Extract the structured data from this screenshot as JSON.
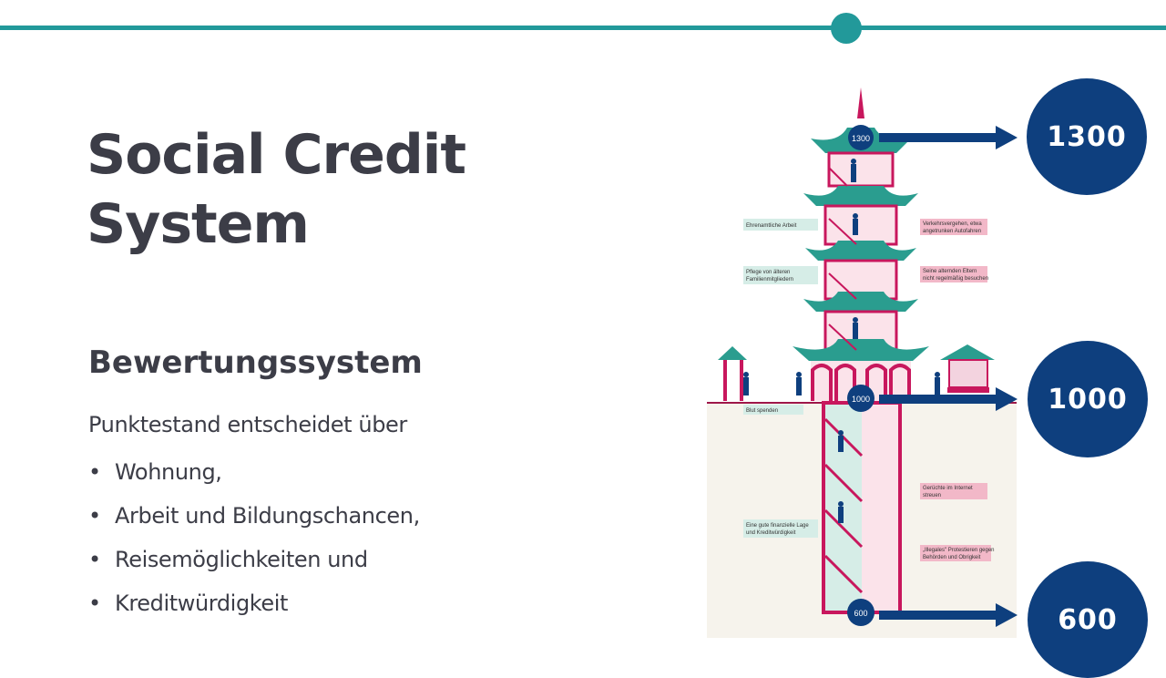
{
  "slide": {
    "title_line1": "Social Credit",
    "title_line2": "System",
    "subtitle": "Bewertungssystem",
    "intro": "Punktestand entscheidet über",
    "bullets": [
      "Wohnung,",
      "Arbeit und Bildungschancen,",
      "Reisemöglichkeiten und",
      "Kreditwürdigkeit"
    ]
  },
  "score_circles": [
    "1300",
    "1000",
    "600"
  ],
  "illustration": {
    "level_badges": [
      "1300",
      "1000",
      "600"
    ],
    "positive_labels": [
      "Ehrenamtliche Arbeit",
      "Pflege von älteren",
      "Familienmitgliedern",
      "Blut spenden",
      "Eine gute finanzielle Lage",
      "und Kreditwürdigkeit"
    ],
    "negative_labels": [
      "Verkehrsvergehen, etwa",
      "angetrunken Autofahren",
      "Seine alternden Eltern",
      "nicht regelmäßig besuchen",
      "Gerüchte im Internet",
      "streuen",
      "„Illegales\" Protestieren gegen",
      "Behörden und Obrigkeit"
    ]
  },
  "colors": {
    "accent": "#22999a",
    "navy": "#0e3f7e",
    "text": "#3c3d47",
    "tower_red": "#c8175d",
    "roof_teal": "#2a9d8f"
  }
}
